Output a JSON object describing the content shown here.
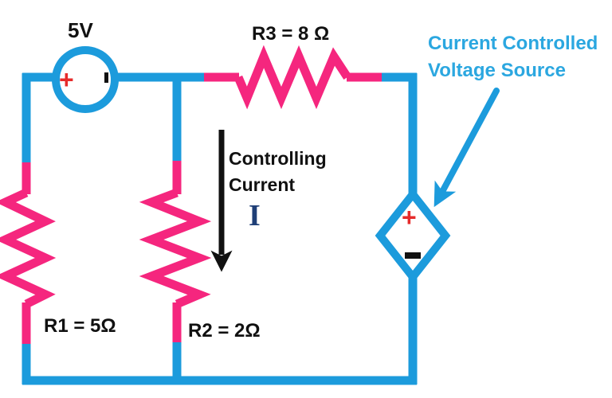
{
  "colors": {
    "wire_blue": "#1C9BDC",
    "resistor_pink": "#F5267E",
    "label_blue": "#2BA7E0",
    "text_black": "#111111",
    "plus_red": "#E62B2B",
    "symbol_navy": "#1F3F77",
    "background": "#FFFFFF"
  },
  "circuit": {
    "voltage_source": {
      "label": "5V",
      "plus": "+",
      "minus": "-"
    },
    "resistors": [
      {
        "name": "R1",
        "label": "R1 = 5Ω",
        "value_ohms": 5
      },
      {
        "name": "R2",
        "label": "R2 = 2Ω",
        "value_ohms": 2
      },
      {
        "name": "R3",
        "label": "R3 = 8 Ω",
        "value_ohms": 8
      }
    ],
    "controlling_current": {
      "line1": "Controlling",
      "line2": "Current",
      "symbol": "I",
      "arrow_direction": "down"
    },
    "ccvs": {
      "label_line1": "Current Controlled",
      "label_line2": "Voltage Source",
      "plus": "+",
      "minus": "-",
      "pointer_direction": "down-left"
    }
  },
  "icons": {
    "controlling_current_arrow": "down-arrow",
    "ccvs_pointer_arrow": "diagonal-arrow"
  }
}
